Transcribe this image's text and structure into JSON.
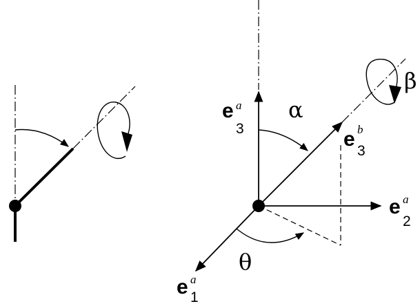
{
  "labels": {
    "alpha": "α",
    "beta": "β",
    "theta": "θ",
    "e3a": {
      "base": "e",
      "sup": "a",
      "sub": "3"
    },
    "e3b": {
      "base": "e",
      "sup": "b",
      "sub": "3"
    },
    "e2a": {
      "base": "e",
      "sup": "a",
      "sub": "2"
    },
    "e1a": {
      "base": "e",
      "sup": "a",
      "sub": "1"
    }
  }
}
